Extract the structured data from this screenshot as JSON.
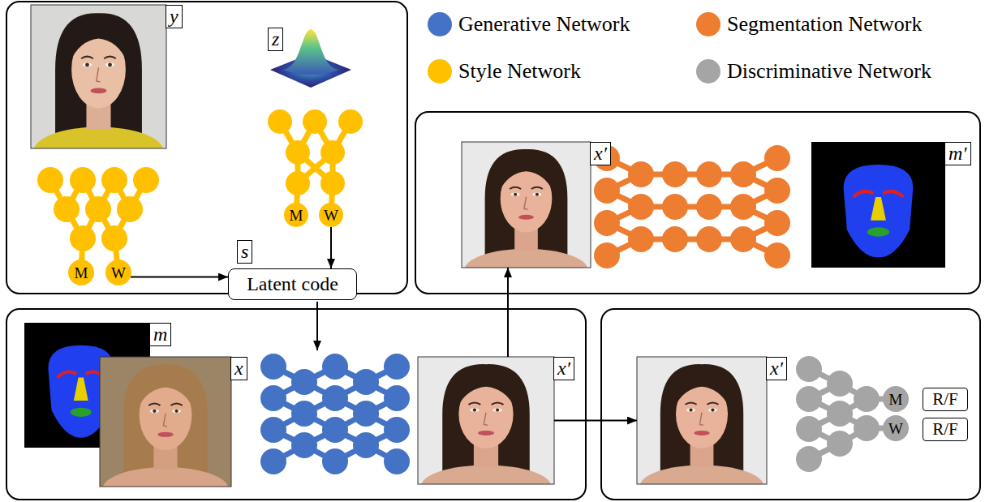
{
  "diagram": {
    "nodes": [
      {
        "text": [
          "y"
        ]
      },
      {
        "text": [
          "z"
        ]
      },
      {
        "text": [
          "M"
        ]
      },
      {
        "text": [
          "W"
        ]
      },
      {
        "text": [
          "M"
        ]
      },
      {
        "text": [
          "W"
        ]
      },
      {
        "text": [
          "s",
          "Latent code"
        ]
      },
      {
        "text": [
          "x′"
        ]
      },
      {
        "text": [
          "m′"
        ]
      },
      {
        "text": [
          "m"
        ]
      },
      {
        "text": [
          "x"
        ]
      },
      {
        "text": [
          "x′"
        ]
      },
      {
        "text": [
          "x′"
        ]
      },
      {
        "text": [
          "M"
        ]
      },
      {
        "text": [
          "W"
        ]
      },
      {
        "text": [
          "R/F"
        ]
      },
      {
        "text": [
          "R/F"
        ]
      }
    ],
    "edges": [
      {
        "from": 3,
        "to": 6,
        "arrow": "to"
      },
      {
        "from": 5,
        "to": 6,
        "arrow": "to"
      },
      {
        "from": 11,
        "to": 7,
        "arrow": "to"
      },
      {
        "from": 11,
        "to": 12,
        "arrow": "to"
      }
    ],
    "legend": [
      {
        "text": "Generative Network",
        "color": "#4472c4"
      },
      {
        "text": "Segmentation Network",
        "color": "#ed7d31"
      },
      {
        "text": "Style Network",
        "color": "#ffc000"
      },
      {
        "text": "Discriminative Network",
        "color": "#a5a5a5"
      }
    ]
  }
}
